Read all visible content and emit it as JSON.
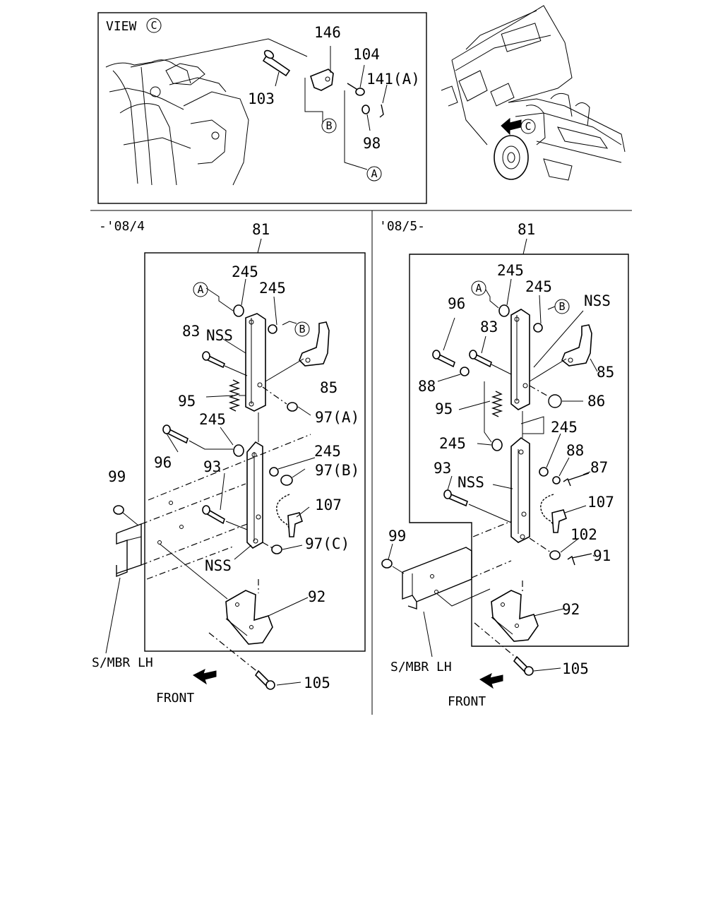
{
  "view": {
    "title": "VIEW",
    "marker": "C",
    "callouts": {
      "p146": "146",
      "p104": "104",
      "p141a": "141(A)",
      "p103": "103",
      "p98": "98",
      "ref_b": "B",
      "ref_a": "A"
    }
  },
  "truck": {
    "marker": "C"
  },
  "left_panel": {
    "range": "-'08/4",
    "callouts": {
      "p81": "81",
      "ref_a": "A",
      "ref_b": "B",
      "p245_1": "245",
      "p245_2": "245",
      "p83": "83",
      "nss_1": "NSS",
      "p85": "85",
      "p95": "95",
      "p97a": "97(A)",
      "p245_3": "245",
      "p96": "96",
      "p245_4": "245",
      "p93": "93",
      "p97b": "97(B)",
      "p107": "107",
      "p99": "99",
      "p97c": "97(C)",
      "nss_2": "NSS",
      "p92": "92",
      "smbr": "S/MBR LH",
      "p105": "105",
      "front": "FRONT"
    }
  },
  "right_panel": {
    "range": "'08/5-",
    "callouts": {
      "p81": "81",
      "ref_a": "A",
      "ref_b": "B",
      "p245_1": "245",
      "p245_2": "245",
      "nss_1": "NSS",
      "p96": "96",
      "p83": "83",
      "p85": "85",
      "p88_1": "88",
      "p86": "86",
      "p95": "95",
      "p245_3": "245",
      "p245_4": "245",
      "p88_2": "88",
      "p87": "87",
      "p93": "93",
      "nss_2": "NSS",
      "p107": "107",
      "p99": "99",
      "p102": "102",
      "p91": "91",
      "p92": "92",
      "smbr": "S/MBR LH",
      "p105": "105",
      "front": "FRONT"
    }
  }
}
